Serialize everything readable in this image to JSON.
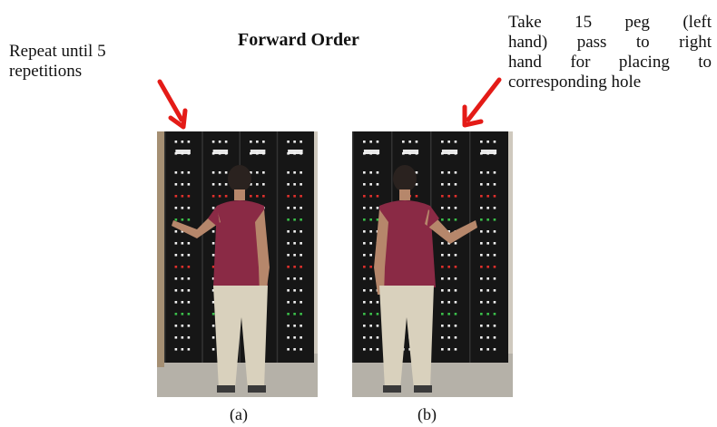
{
  "figure": {
    "title": "Forward Order",
    "left_note": "Repeat until 5 repetitions",
    "right_note_lines": [
      "Take 15 peg (left",
      "hand) pass to right",
      "hand for placing to",
      "corresponding hole"
    ],
    "captions": {
      "a": "(a)",
      "b": "(b)"
    }
  },
  "colors": {
    "arrow": "#e41b17",
    "board": "#161616",
    "shirt": "#8a2a45",
    "pants": "#d9d1bd",
    "floor": "#b5b1a8",
    "wall": "#cfc9be",
    "peg_white": "#f2f2f2",
    "peg_red": "#e0302c",
    "peg_green": "#3bbf4a"
  }
}
